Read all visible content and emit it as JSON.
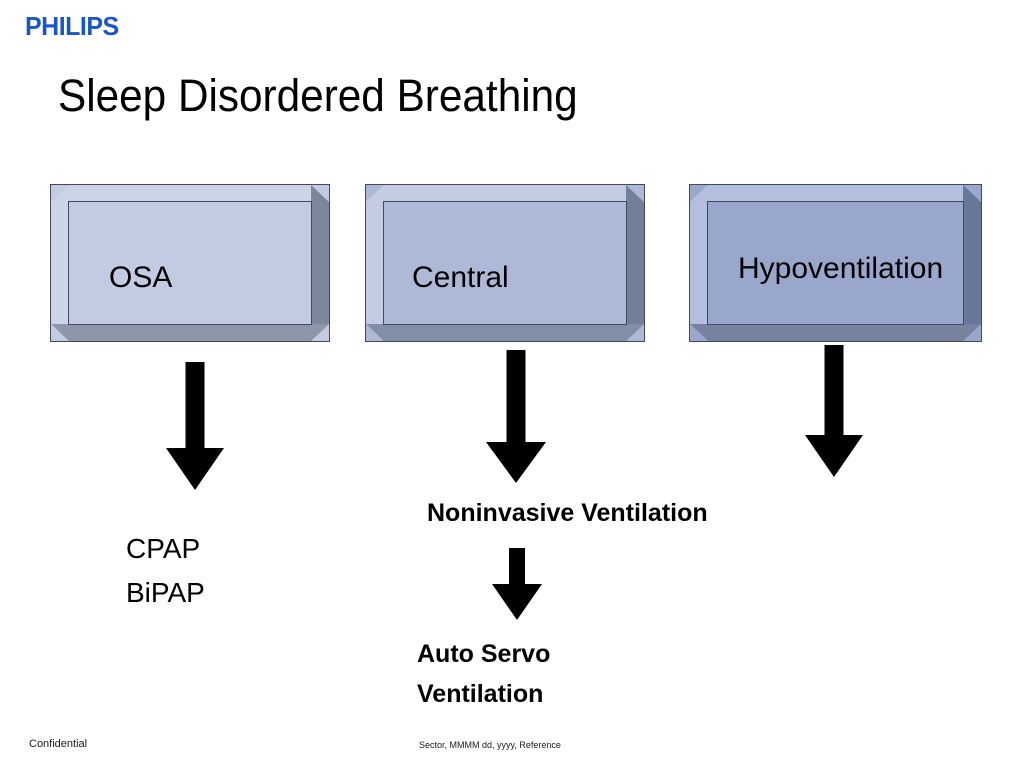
{
  "slide": {
    "title": "Sleep Disordered Breathing",
    "logo": "PHILIPS",
    "logo_color": "#1a56c4",
    "background": "#ffffff"
  },
  "boxes": [
    {
      "label": "OSA",
      "face_color": "#c2cbe2",
      "bevel_light": "#ccd5e8",
      "bevel_dark": "#7d879b",
      "outline": "#404a5c"
    },
    {
      "label": "Central",
      "face_color": "#aeb9d8",
      "bevel_light": "#c3cce3",
      "bevel_dark": "#737f98",
      "outline": "#404a5c"
    },
    {
      "label": "Hypoventilation",
      "face_color": "#9aa7cd",
      "bevel_light": "#b4bfdd",
      "bevel_dark": "#687697",
      "outline": "#404a5c"
    }
  ],
  "arrows": [
    {
      "name": "arrow-osa-to-therapy",
      "color": "#000000"
    },
    {
      "name": "arrow-central-to-niv",
      "color": "#000000"
    },
    {
      "name": "arrow-hypoventilation-to-niv",
      "color": "#000000"
    },
    {
      "name": "arrow-niv-to-asv",
      "color": "#000000"
    }
  ],
  "labels": {
    "therapy_list": "CPAP\nBiPAP",
    "noninvasive_ventilation": "Noninvasive Ventilation",
    "auto_servo_ventilation": "Auto Servo\nVentilation"
  },
  "footer": {
    "confidential": "Confidential",
    "reference": "Sector, MMMM dd, yyyy, Reference"
  }
}
